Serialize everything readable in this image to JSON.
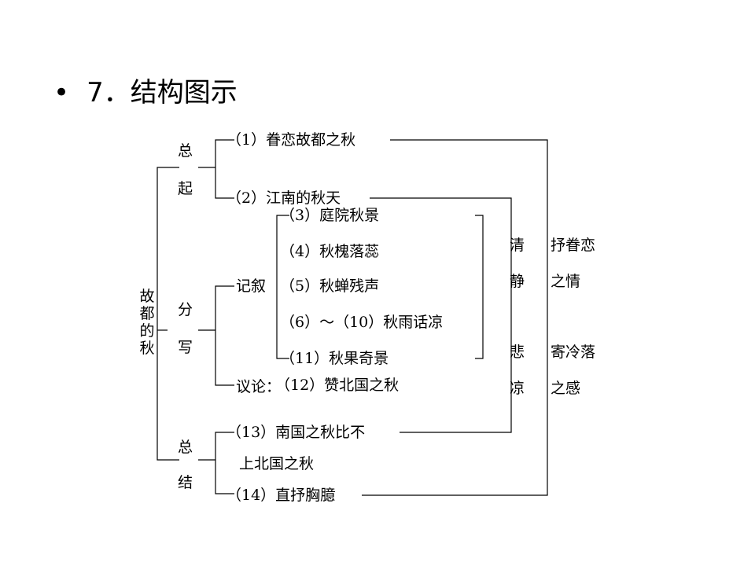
{
  "title": {
    "bullet": "•",
    "text": "7．结构图示"
  },
  "root": "故都的秋",
  "groups": {
    "opening": {
      "c1": "总",
      "c2": "起"
    },
    "body": {
      "c1": "分",
      "c2": "写"
    },
    "closing": {
      "c1": "总",
      "c2": "结"
    }
  },
  "items": {
    "p1": "（1）眷恋故都之秋",
    "p2": "（2）江南的秋天",
    "narration": "记叙",
    "p3": "（3）庭院秋景",
    "p4": "（4）秋槐落蕊",
    "p5": "（5）秋蝉残声",
    "p6": "（6）～（10）秋雨话凉",
    "p11": "（11）秋果奇景",
    "discussion": "议论：",
    "p12": "（12）赞北国之秋",
    "p13a": "（13）南国之秋比不",
    "p13b": "上北国之秋",
    "p14": "（14）直抒胸臆"
  },
  "moods": {
    "qing": "清",
    "jing": "静",
    "bei": "悲",
    "liang": "凉"
  },
  "feelings": {
    "f1a": "抒眷恋",
    "f1b": "之情",
    "f2a": "寄冷落",
    "f2b": "之感"
  }
}
